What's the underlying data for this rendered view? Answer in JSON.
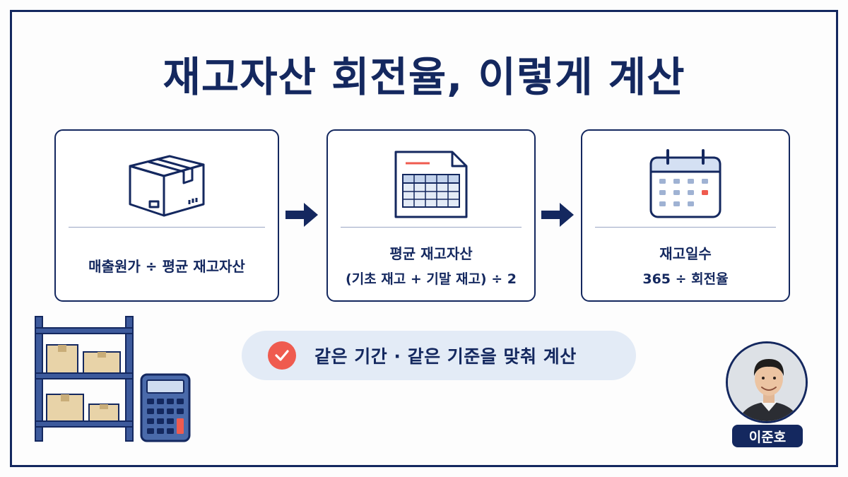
{
  "title": "재고자산 회전율, 이렇게 계산",
  "cards": [
    {
      "icon": "box-icon",
      "line1": "매출원가 ÷ 평균 재고자산"
    },
    {
      "icon": "spreadsheet-icon",
      "line1": "평균 재고자산",
      "line2": "(기초 재고 + 기말 재고) ÷ 2"
    },
    {
      "icon": "calendar-icon",
      "line1": "재고일수",
      "line2": "365 ÷ 회전율"
    }
  ],
  "note": "같은 기간 · 같은 기준을 맞춰 계산",
  "presenter": {
    "name": "이준호"
  },
  "colors": {
    "navy": "#14285f",
    "accent_red": "#ef5b4f",
    "pill_bg": "#e3ebf6",
    "box_tan": "#e8d3a8"
  }
}
